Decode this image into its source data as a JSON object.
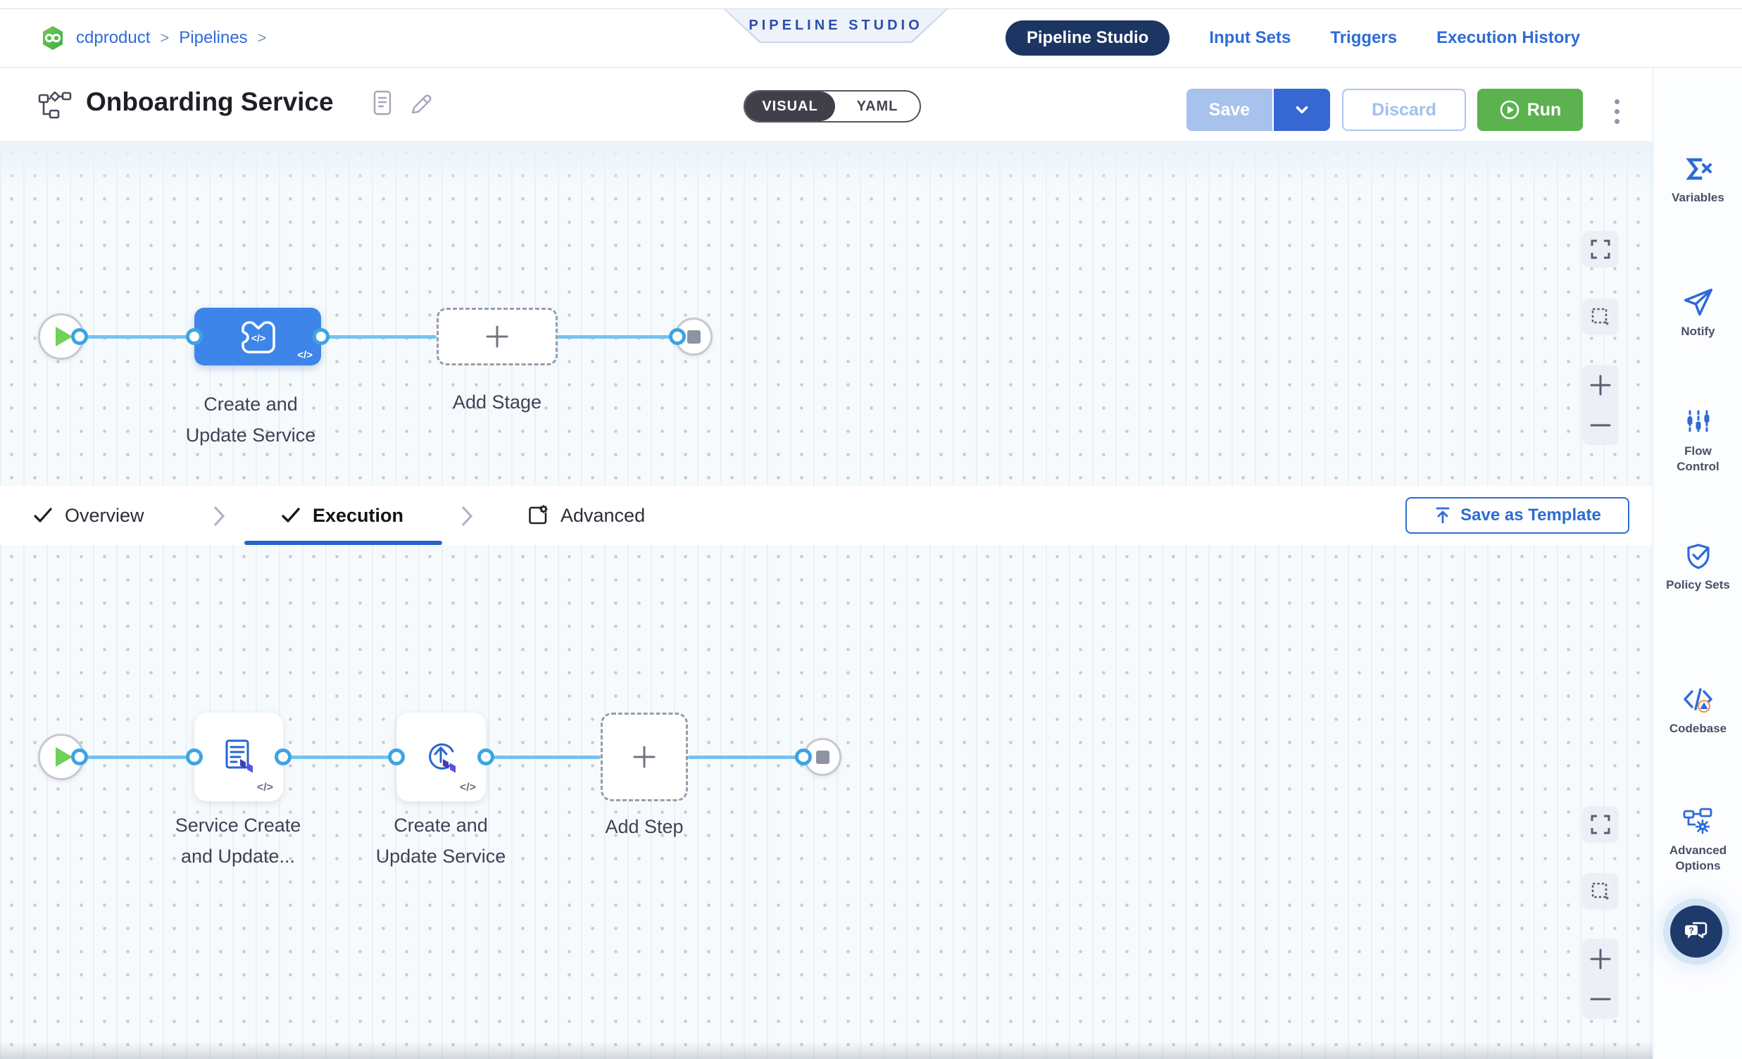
{
  "breadcrumb": {
    "project": "cdproduct",
    "sep1": ">",
    "section": "Pipelines",
    "sep2": ">"
  },
  "banner": {
    "label": "PIPELINE STUDIO"
  },
  "nav": {
    "tabs": [
      {
        "label": "Pipeline Studio",
        "active": true
      },
      {
        "label": "Input Sets",
        "active": false
      },
      {
        "label": "Triggers",
        "active": false
      },
      {
        "label": "Execution History",
        "active": false
      }
    ]
  },
  "toolbar": {
    "title": "Onboarding Service",
    "visual": "VISUAL",
    "yaml": "YAML",
    "save": "Save",
    "discard": "Discard",
    "run": "Run"
  },
  "pipeline": {
    "stage": {
      "line1": "Create and",
      "line2": "Update Service",
      "code": "</>"
    },
    "add_stage": "Add Stage"
  },
  "tabs": {
    "overview": "Overview",
    "execution": "Execution",
    "advanced": "Advanced",
    "save_as_template": "Save as Template"
  },
  "execution": {
    "steps": [
      {
        "line1": "Service Create",
        "line2": "and Update...",
        "code": "</>"
      },
      {
        "line1": "Create and",
        "line2": "Update Service",
        "code": "</>"
      }
    ],
    "add_step": "Add Step"
  },
  "sidebar": {
    "items": [
      {
        "label": "Variables"
      },
      {
        "label": "Notify"
      },
      {
        "label": "Flow Control"
      },
      {
        "label": "Policy Sets"
      },
      {
        "label": "Codebase"
      },
      {
        "label": "Advanced Options"
      }
    ]
  },
  "colors": {
    "accent_blue": "#2f6cd6",
    "navy": "#1c3562",
    "run_green": "#5bb24f",
    "stage_blue": "#3e85e9",
    "connector_blue": "#74c3ef",
    "terraform_purple": "#5c4ee5"
  }
}
